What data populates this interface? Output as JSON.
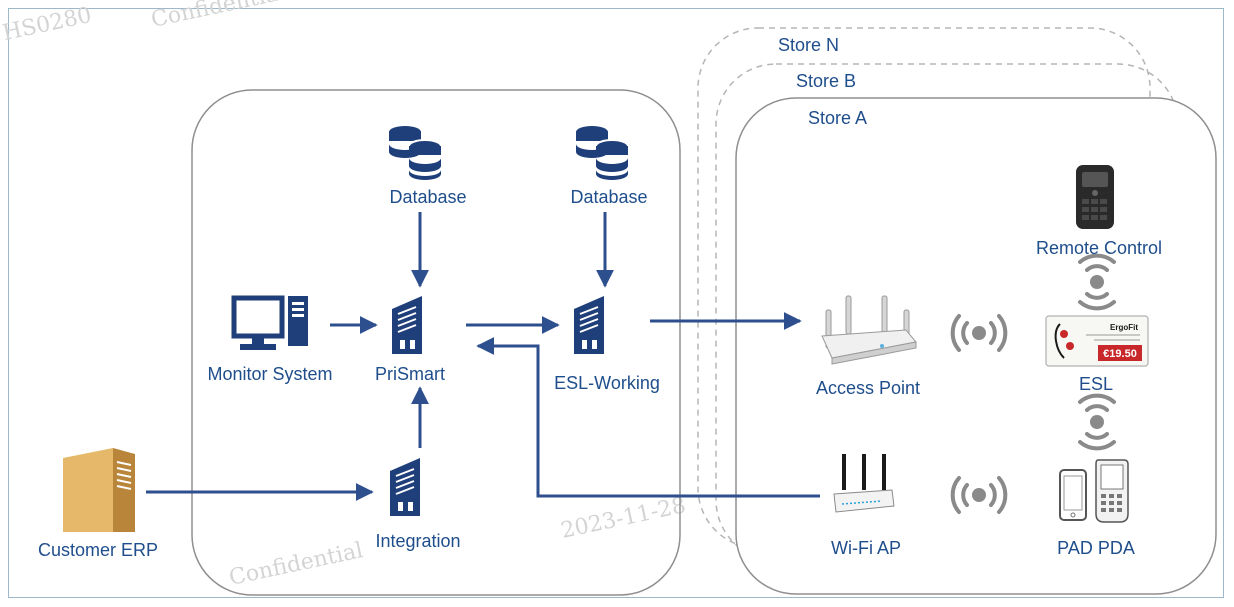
{
  "watermark": {
    "code": "HS0280",
    "word": "Confidential",
    "date": "2023-11-28"
  },
  "stores": {
    "n": "Store N",
    "b": "Store B",
    "a": "Store A"
  },
  "nodes": {
    "db1": "Database",
    "db2": "Database",
    "monitor": "Monitor System",
    "prismart": "PriSmart",
    "esl_working": "ESL-Working",
    "integration": "Integration",
    "erp": "Customer ERP",
    "remote": "Remote Control",
    "ap": "Access Point",
    "esl": "ESL",
    "wifi": "Wi-Fi AP",
    "pad": "PAD PDA"
  },
  "esl_tag": {
    "brand": "ErgoFit",
    "price": "€19.50"
  },
  "colors": {
    "accent": "#2e4f8e",
    "server_blue": "#1f3f7a",
    "server_gold": "#d9a85a",
    "wireless": "#8a8a8a"
  }
}
